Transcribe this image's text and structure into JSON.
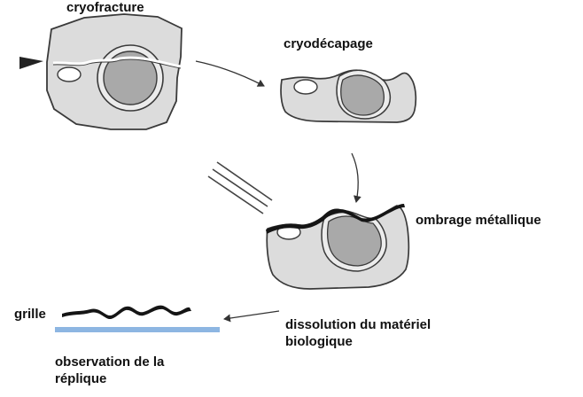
{
  "labels": {
    "cryofracture": "cryofracture",
    "cryodecapage": "cryodécapage",
    "ombrage_line1": "ombrage métallique",
    "dissolution_line1": "dissolution du matériel",
    "dissolution_line2": "biologique",
    "grille": "grille",
    "observation_line1": "observation de la",
    "observation_line2": "réplique"
  },
  "colors": {
    "cell_fill": "#dcdcdc",
    "nucleus_fill": "#a9a9a9",
    "outline": "#3a3a3a",
    "metal_shadow": "#151515",
    "grid_line": "#8db6e2",
    "arrow": "#333333"
  }
}
